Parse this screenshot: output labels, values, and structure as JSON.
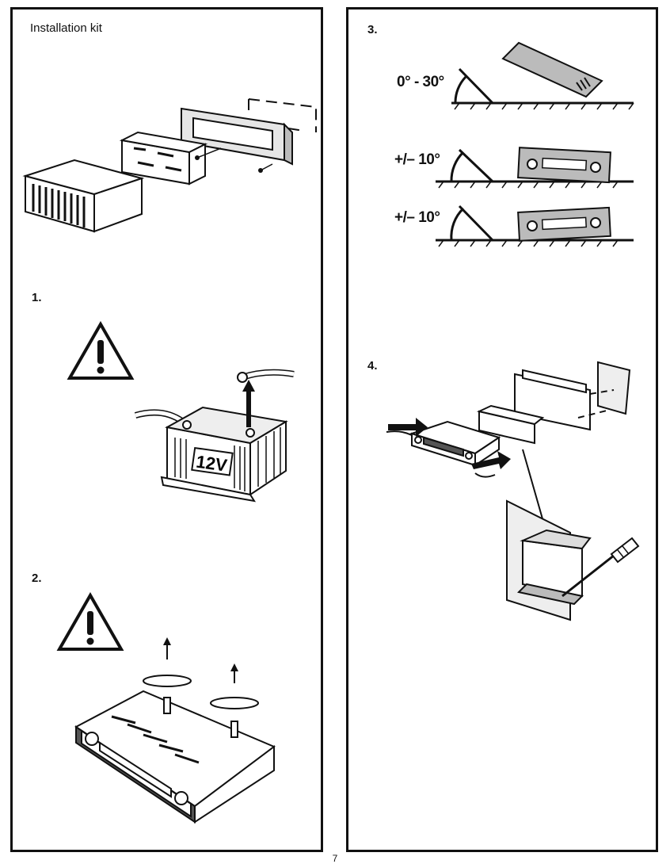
{
  "left": {
    "header": "Installation kit",
    "step1": "1.",
    "step2": "2.",
    "battery_label": "12V"
  },
  "right": {
    "step3": "3.",
    "step4": "4.",
    "angles": [
      "0° - 30°",
      "+/– 10°",
      "+/– 10°"
    ]
  },
  "page_number": "7",
  "icons": [
    "warning-icon",
    "battery-icon",
    "radio-unit-icon",
    "mounting-frame-icon",
    "screwdriver-icon"
  ]
}
